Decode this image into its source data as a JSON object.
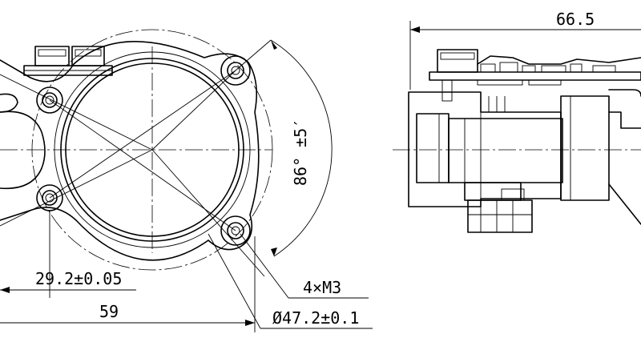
{
  "dimensions": {
    "width_overall": "66.5",
    "angle": "86° ±5′",
    "hole_spacing": "29.2±0.05",
    "width_front": "59",
    "thread": "4×M3",
    "bolt_circle": "Ø47.2±0.1"
  },
  "views": [
    "front-view",
    "side-view"
  ]
}
